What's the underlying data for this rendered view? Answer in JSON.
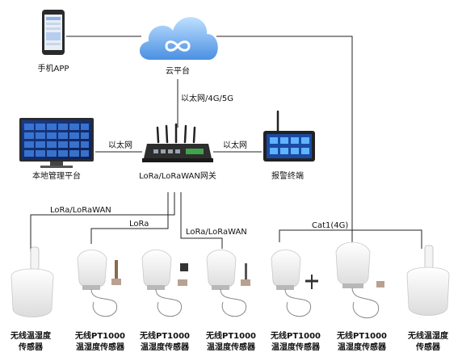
{
  "nodes": {
    "phone_app": "手机APP",
    "cloud": "云平台",
    "local_platform": "本地管理平台",
    "gateway": "LoRa/LoRaWAN网关",
    "alarm_terminal": "报警终端"
  },
  "links": {
    "cloud_gateway": "以太网/4G/5G",
    "local_gateway": "以太网",
    "gateway_alarm": "以太网",
    "lorawan_left": "LoRa/LoRaWAN",
    "lora_mid": "LoRa",
    "lorawan_right": "LoRa/LoRaWAN",
    "cat1": "Cat1(4G)"
  },
  "sensors": [
    {
      "line1": "无线温湿度",
      "line2": "传感器"
    },
    {
      "line1": "无线PT1000",
      "line2": "温湿度传感器"
    },
    {
      "line1": "无线PT1000",
      "line2": "温湿度传感器"
    },
    {
      "line1": "无线PT1000",
      "line2": "温湿度传感器"
    },
    {
      "line1": "无线PT1000",
      "line2": "温湿度传感器"
    },
    {
      "line1": "无线PT1000",
      "line2": "温湿度传感器"
    },
    {
      "line1": "无线温湿度",
      "line2": "传感器"
    }
  ],
  "colors": {
    "cloud": "#4a90e2",
    "screen": "#1a3c8c",
    "device_body": "#f2f2f2"
  }
}
